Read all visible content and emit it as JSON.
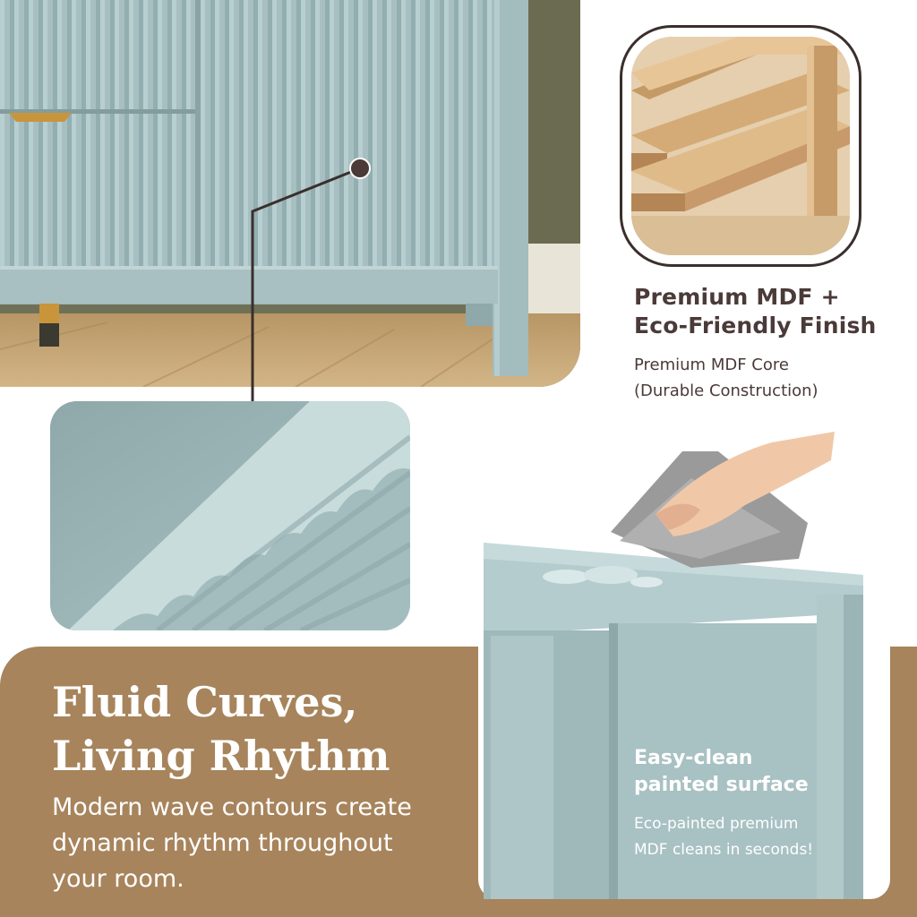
{
  "mdf": {
    "title_line1": "Premium MDF +",
    "title_line2": "Eco-Friendly Finish",
    "sub_line1": "Premium MDF Core",
    "sub_line2": "(Durable Construction)"
  },
  "headline": {
    "line1": "Fluid Curves,",
    "line2": "Living Rhythm",
    "body_line1": "Modern wave contours create",
    "body_line2": "dynamic rhythm throughout",
    "body_line3": "your room."
  },
  "cleaning": {
    "title_line1": "Easy-clean",
    "title_line2": "painted surface",
    "sub_line1": "Eco-painted premium",
    "sub_line2": "MDF cleans in seconds!"
  },
  "colors": {
    "cabinet": "#a9c1c3",
    "accent_brown": "#a7845c",
    "text_dark": "#4a3a38",
    "handle_gold": "#c9953a"
  }
}
